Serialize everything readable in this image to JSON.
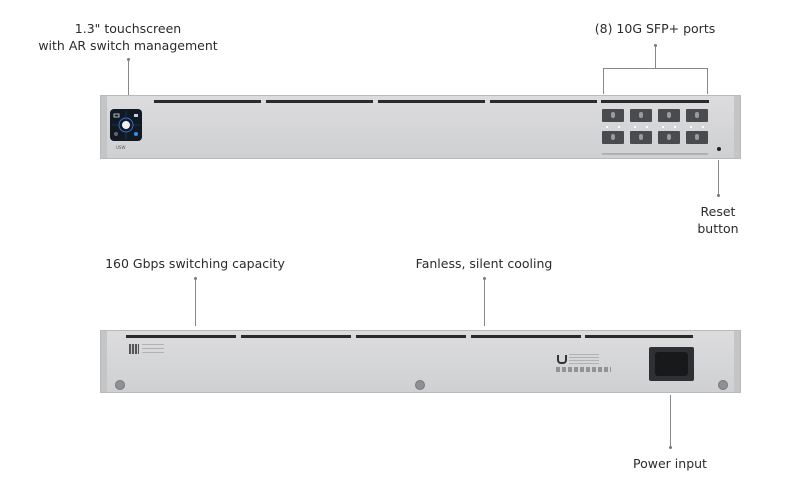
{
  "callouts": {
    "touchscreen": {
      "line1": "1.3\" touchscreen",
      "line2": "with AR switch management"
    },
    "sfp_ports": "(8) 10G SFP+ ports",
    "reset": {
      "line1": "Reset",
      "line2": "button"
    },
    "switching": "160 Gbps switching capacity",
    "cooling": "Fanless, silent cooling",
    "power": "Power input"
  },
  "device": {
    "front_badge": "USW"
  }
}
